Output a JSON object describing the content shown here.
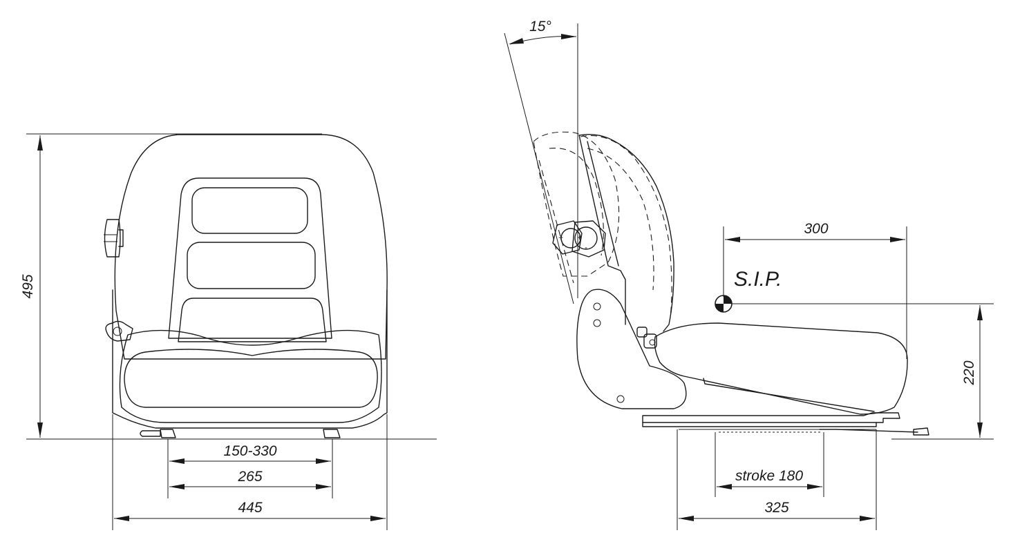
{
  "front_view": {
    "dim_height": "495",
    "dim_adjust_range": "150-330",
    "dim_rail_spacing": "265",
    "dim_width": "445"
  },
  "side_view": {
    "dim_recline_angle": "15°",
    "dim_sip_horizontal": "300",
    "sip_label": "S.I.P.",
    "dim_sip_height": "220",
    "dim_stroke": "stroke 180",
    "dim_base_length": "325"
  },
  "colors": {
    "line": "#1a1a1a",
    "background": "#ffffff"
  }
}
